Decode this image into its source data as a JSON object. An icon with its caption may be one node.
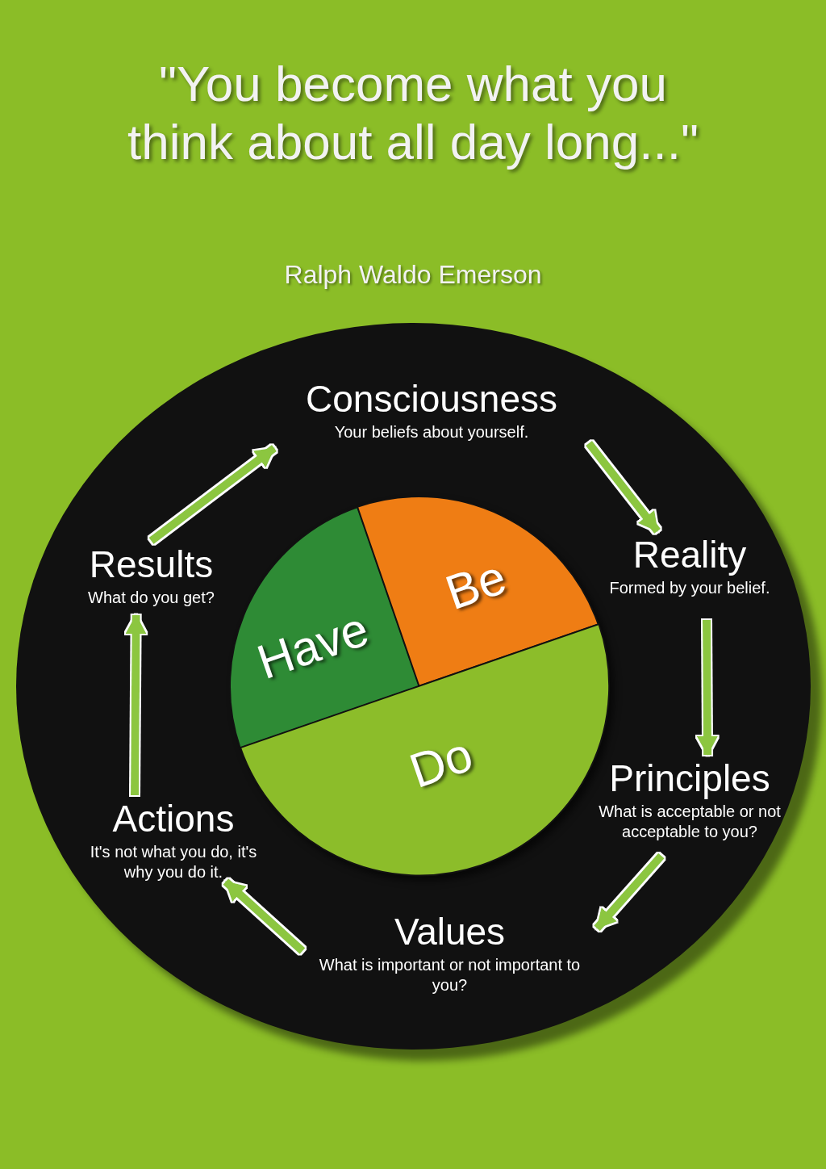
{
  "diagram": {
    "title": "\"You become what you think about all day long...\"",
    "nodes": [
      {
        "text": [],
        "shape": "circle"
      },
      {
        "text": [
          "Consciousness",
          "Your beliefs about yourself."
        ],
        "in": 0
      },
      {
        "text": [
          "Reality",
          "Formed by your belief."
        ],
        "in": 0
      },
      {
        "text": [
          "Principles",
          "What is acceptable or not acceptable to you?"
        ],
        "in": 0
      },
      {
        "text": [
          "Values",
          "What is important or not important to you?"
        ],
        "in": 0
      },
      {
        "text": [
          "Actions",
          "It's not what you do, it's why you do it."
        ],
        "in": 0
      },
      {
        "text": [
          "Results",
          "What do you get?"
        ],
        "in": 0
      },
      {
        "text": [
          "Have"
        ],
        "in": 0
      },
      {
        "text": [
          "Be"
        ],
        "in": 0
      },
      {
        "text": [
          "Do"
        ],
        "in": 0
      }
    ],
    "edges": [
      {
        "from": 1,
        "to": 2,
        "arrow": "to"
      },
      {
        "from": 2,
        "to": 3,
        "arrow": "to"
      },
      {
        "from": 3,
        "to": 4,
        "arrow": "to"
      },
      {
        "from": 4,
        "to": 5,
        "arrow": "to"
      },
      {
        "from": 5,
        "to": 6,
        "arrow": "to"
      },
      {
        "from": 6,
        "to": 1,
        "arrow": "to"
      }
    ],
    "labels": [
      "Ralph Waldo Emerson"
    ]
  }
}
